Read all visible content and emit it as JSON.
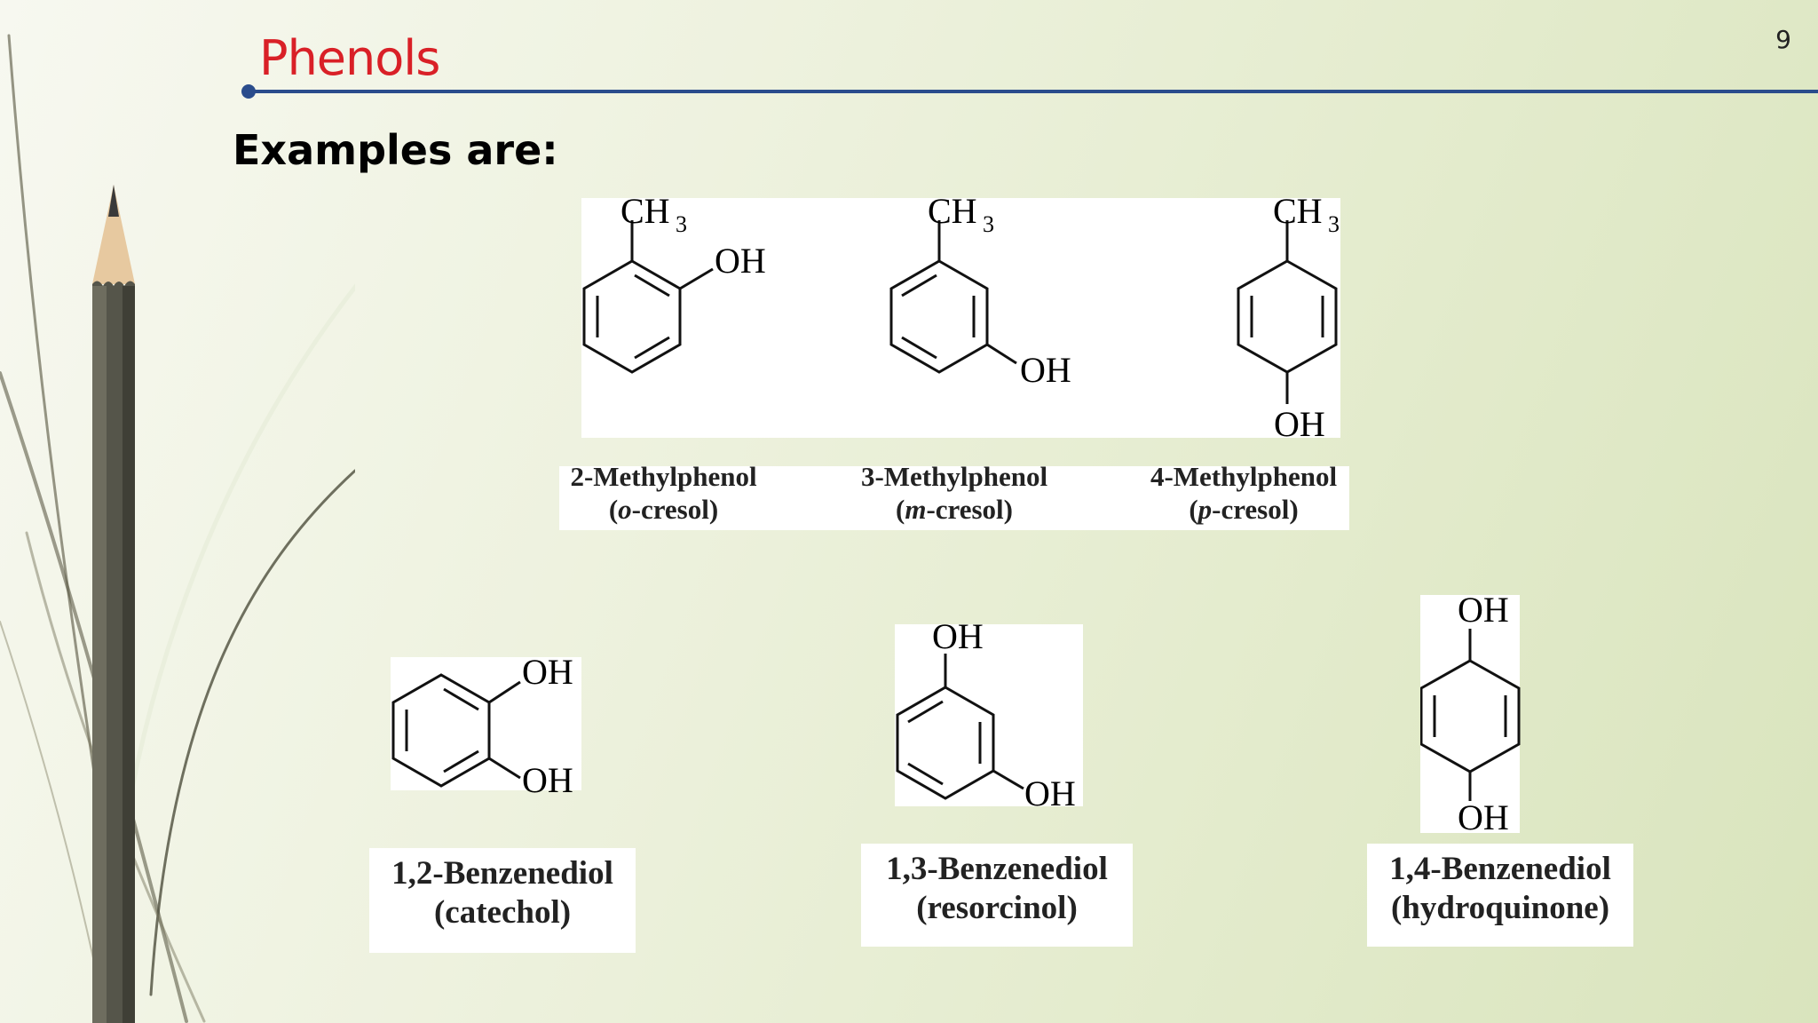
{
  "slide": {
    "page_number": "9",
    "title": "Phenols",
    "subtitle": "Examples are:"
  },
  "compounds": [
    {
      "name": "2-Methylphenol",
      "common_prefix": "(",
      "common_italic": "o",
      "common_rest": "-cresol)",
      "labels": {
        "ch3": "CH",
        "sub": "3",
        "oh": "OH"
      }
    },
    {
      "name": "3-Methylphenol",
      "common_prefix": "(",
      "common_italic": "m",
      "common_rest": "-cresol)",
      "labels": {
        "ch3": "CH",
        "sub": "3",
        "oh": "OH"
      }
    },
    {
      "name": "4-Methylphenol",
      "common_prefix": "(",
      "common_italic": "p",
      "common_rest": "-cresol)",
      "labels": {
        "ch3": "CH",
        "sub": "3",
        "oh": "OH"
      }
    },
    {
      "name": "1,2-Benzenediol",
      "common": "(catechol)",
      "labels": {
        "oh1": "OH",
        "oh2": "OH"
      }
    },
    {
      "name": "1,3-Benzenediol",
      "common": "(resorcinol)",
      "labels": {
        "oh1": "OH",
        "oh2": "OH"
      }
    },
    {
      "name": "1,4-Benzenediol",
      "common": "(hydroquinone)",
      "labels": {
        "oh1": "OH",
        "oh2": "OH"
      }
    }
  ]
}
